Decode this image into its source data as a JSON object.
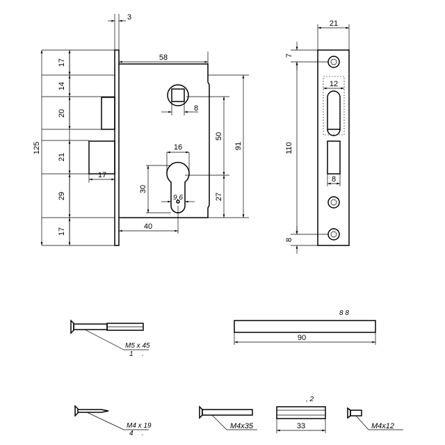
{
  "lock_front_view": {
    "faceplate_thickness": "3",
    "body_depth": "58",
    "square_hole": "8",
    "height_17_top": "17",
    "height_14": "14",
    "height_20": "20",
    "height_21": "21",
    "height_29": "29",
    "height_17_bottom": "17",
    "overall_height": "125",
    "latch_projection": "17",
    "backset_dim_16": "16",
    "cylinder_height": "30",
    "cylinder_width": "9,6",
    "backset": "40",
    "centre_distance": "50",
    "body_height": "91",
    "cylinder_offset": "27"
  },
  "faceplate_view": {
    "width": "21",
    "top_offset": "7",
    "latch_width": "12",
    "screw_pitch": "110",
    "bolt_width": "8",
    "bottom_offset": "8"
  },
  "accessories": {
    "screw_m5": {
      "label_line1": "M5 x 45",
      "label_line2": "1",
      "label_dot": "."
    },
    "spindle": {
      "section_label": "8 8",
      "length": "90"
    },
    "nail": {
      "label_line1": "M4 x 19",
      "label_line2": "4",
      "label_dot": "."
    },
    "screw_m4x35": {
      "label": "M4x35"
    },
    "coupling": {
      "label": ", 2",
      "length": "33"
    },
    "screw_m4x12": {
      "label": "M4x12"
    }
  }
}
